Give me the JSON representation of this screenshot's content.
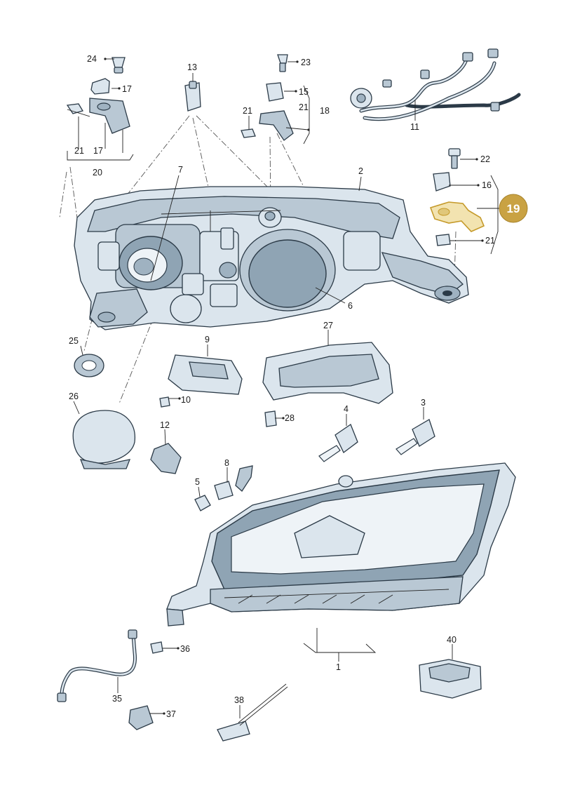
{
  "diagram": {
    "callouts": {
      "c1": "1",
      "c2": "2",
      "c3": "3",
      "c4": "4",
      "c5": "5",
      "c6": "6",
      "c7": "7",
      "c8": "8",
      "c9": "9",
      "c10": "10",
      "c11": "11",
      "c12": "12",
      "c13": "13",
      "c15": "15",
      "c16a": "16",
      "c17a": "17",
      "c17b": "17",
      "c18": "18",
      "c20": "20",
      "c21a": "21",
      "c21b": "21",
      "c21c": "21",
      "c21d": "21",
      "c22": "22",
      "c23": "23",
      "c24": "24",
      "c25": "25",
      "c26": "26",
      "c27": "27",
      "c28": "28",
      "c35": "35",
      "c36": "36",
      "c37": "37",
      "c38": "38",
      "c40": "40"
    },
    "highlight": {
      "label": "19",
      "color": "#c9a243",
      "fill_color": "#f2e3b0"
    },
    "colors": {
      "part_light": "#dbe5ed",
      "part_mid": "#b9c8d4",
      "outline": "#2b3a47"
    }
  }
}
